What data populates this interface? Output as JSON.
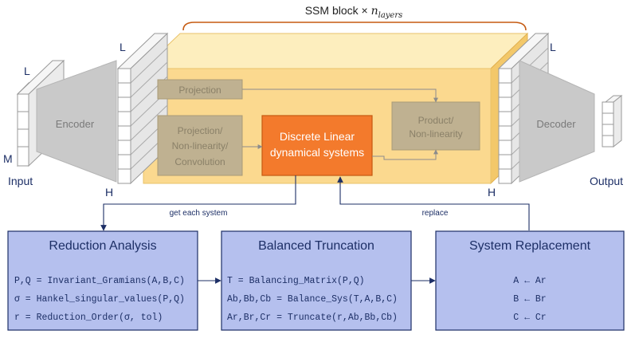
{
  "top_label": {
    "prefix": "SSM block × ",
    "var": "n",
    "sub": "layers"
  },
  "input": {
    "dim_L": "L",
    "dim_M": "M",
    "caption": "Input"
  },
  "encoder": {
    "label": "Encoder"
  },
  "block_in": {
    "dim_L": "L",
    "dim_H": "H"
  },
  "block_out": {
    "dim_L": "L",
    "dim_H": "H"
  },
  "decoder": {
    "label": "Decoder"
  },
  "output": {
    "caption": "Output"
  },
  "ssm": {
    "projection": "Projection",
    "proj_nonlin_conv": [
      "Projection/",
      "Non-linearity/",
      "Convolution"
    ],
    "dls": [
      "Discrete Linear",
      "dynamical systems"
    ],
    "product": [
      "Product/",
      "Non-linearity"
    ]
  },
  "edges": {
    "get_each": "get each system",
    "replace": "replace"
  },
  "reduction": {
    "title": "Reduction Analysis",
    "lines": [
      "P,Q = Invariant_Gramians(A,B,C)",
      "σ = Hankel_singular_values(P,Q)",
      "r = Reduction_Order(σ, tol)"
    ]
  },
  "balanced": {
    "title": "Balanced Truncation",
    "lines": [
      "T = Balancing_Matrix(P,Q)",
      "Ab,Bb,Cb = Balance_Sys(T,A,B,C)",
      "Ar,Br,Cr = Truncate(r,Ab,Bb,Cb)"
    ]
  },
  "replacement": {
    "title": "System Replacement",
    "lines": [
      "A ← Ar",
      "B ← Br",
      "C ← Cr"
    ]
  },
  "colors": {
    "yellow_front": "#fbd98f",
    "yellow_top": "#fdeebe",
    "yellow_side": "#f3c86a",
    "gray_box": "#bfb191",
    "dls_fill": "#f37a2c",
    "blue_box": "#b5c0ee",
    "blue_border": "#1d2f66",
    "gray_trap": "#c9c9c9",
    "brace": "#c55a11"
  }
}
